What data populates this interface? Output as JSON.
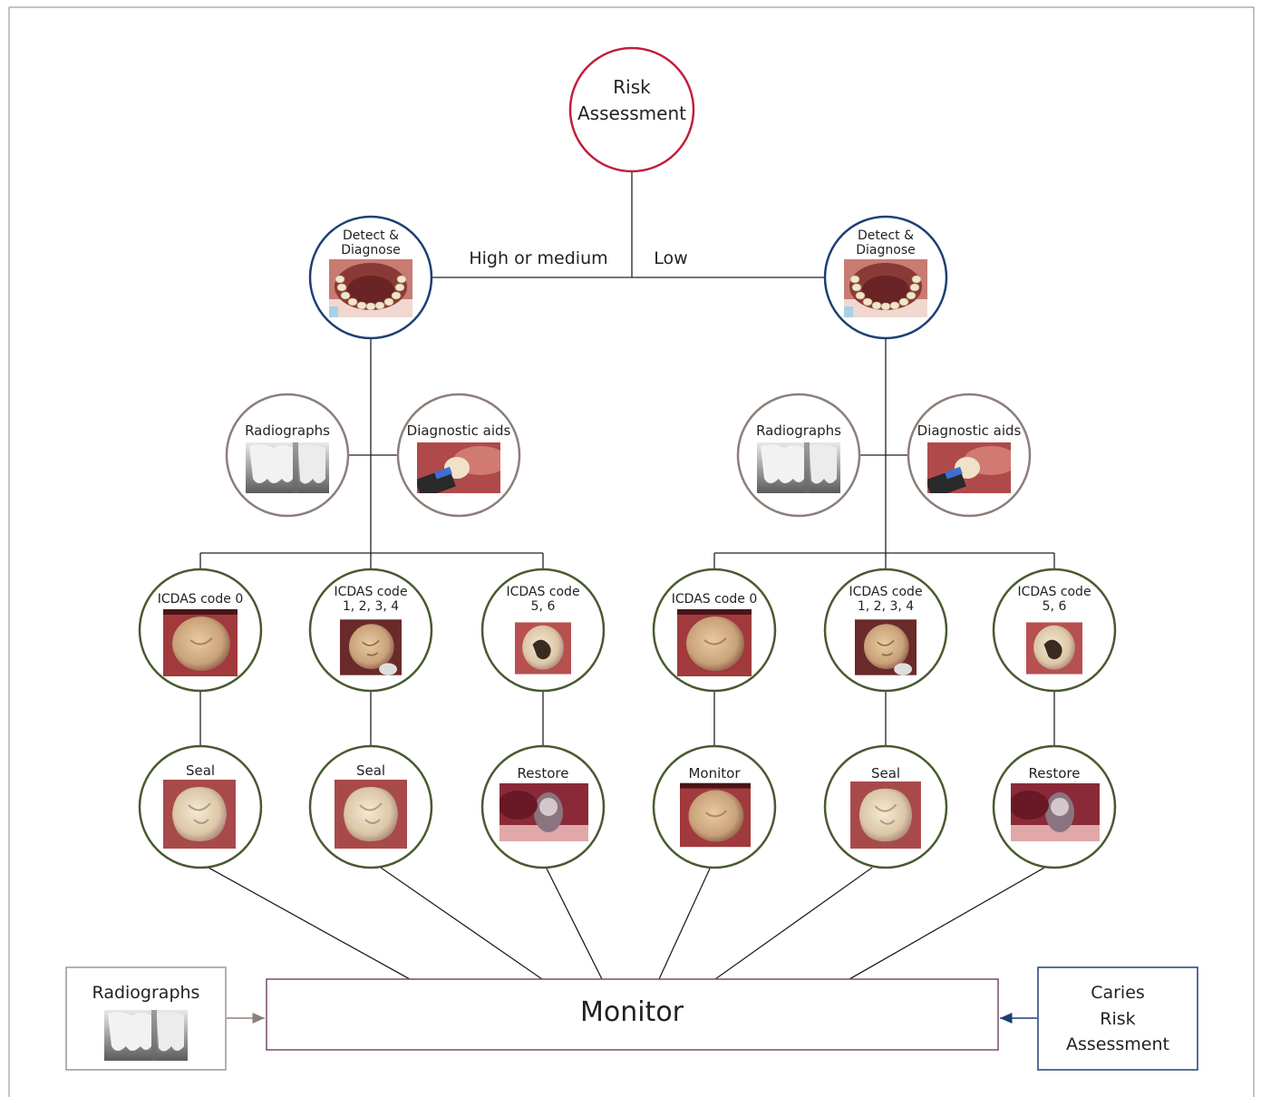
{
  "root": {
    "line1": "Risk",
    "line2": "Assessment"
  },
  "branches": {
    "left_label": "High or medium",
    "right_label": "Low"
  },
  "left": {
    "detect": {
      "line1": "Detect &",
      "line2": "Diagnose"
    },
    "radiographs": "Radiographs",
    "diagnostic_aids": "Diagnostic aids",
    "codes": [
      {
        "line1": "ICDAS code 0",
        "line2": ""
      },
      {
        "line1": "ICDAS code",
        "line2": "1, 2, 3, 4"
      },
      {
        "line1": "ICDAS code",
        "line2": "5, 6"
      }
    ],
    "actions": [
      "Seal",
      "Seal",
      "Restore"
    ]
  },
  "right": {
    "detect": {
      "line1": "Detect &",
      "line2": "Diagnose"
    },
    "radiographs": "Radiographs",
    "diagnostic_aids": "Diagnostic aids",
    "codes": [
      {
        "line1": "ICDAS code 0",
        "line2": ""
      },
      {
        "line1": "ICDAS code",
        "line2": "1, 2, 3, 4"
      },
      {
        "line1": "ICDAS code",
        "line2": "5, 6"
      }
    ],
    "actions": [
      "Monitor",
      "Seal",
      "Restore"
    ]
  },
  "bottom": {
    "monitor": "Monitor",
    "radiographs": "Radiographs",
    "caries": {
      "line1": "Caries",
      "line2": "Risk",
      "line3": "Assessment"
    }
  },
  "colors": {
    "root_ring": "#c0203a",
    "detect_ring": "#1f3f73",
    "aid_ring": "#8c7e78",
    "code_ring": "#485a30",
    "monitor_border": "#7a4a6e",
    "radio_box_border": "#a09690",
    "caries_box_border": "#1f3f73",
    "frame": "#888888"
  },
  "icons": {
    "detect": "dental-arch-photo",
    "radiograph": "xray-photo",
    "aid": "probe-photo",
    "tooth": "molar-photo",
    "restore": "restored-tooth-photo"
  }
}
